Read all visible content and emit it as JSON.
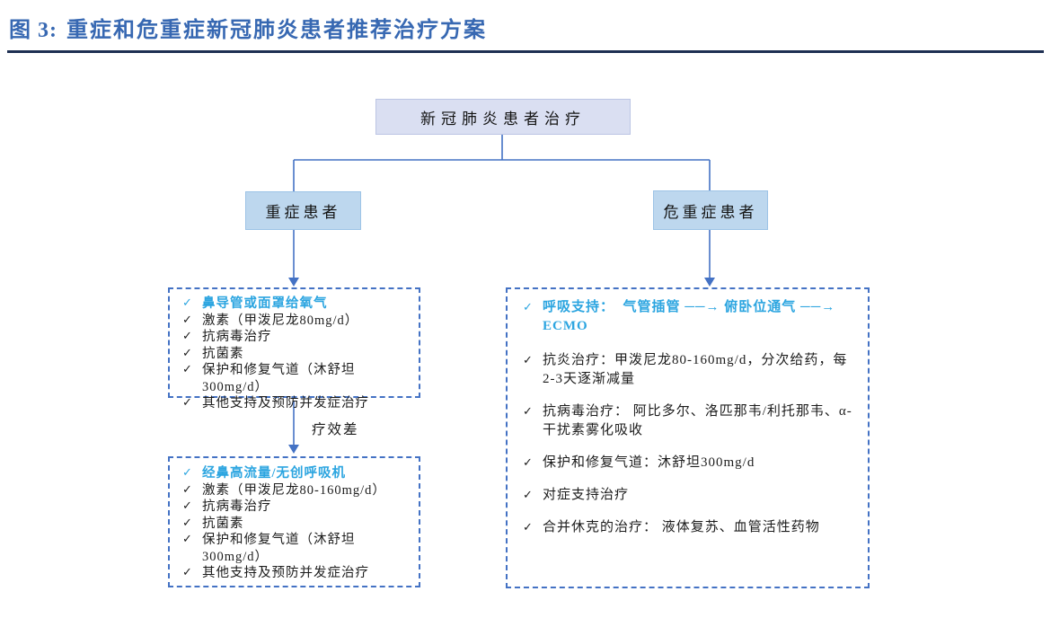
{
  "title": {
    "figure_label": "图 3:",
    "title_text": "重症和危重症新冠肺炎患者推荐治疗方案"
  },
  "flowchart": {
    "root_label": "新冠肺炎患者治疗",
    "left_branch_label": "重症患者",
    "right_branch_label": "危重症患者",
    "transition_label": "疗效差",
    "checkmark": "✓",
    "severe_stage1_items": [
      {
        "text": "鼻导管或面罩给氧气",
        "highlight": true
      },
      {
        "text": "激素（甲泼尼龙80mg/d）",
        "highlight": false
      },
      {
        "text": "抗病毒治疗",
        "highlight": false
      },
      {
        "text": "抗菌素",
        "highlight": false
      },
      {
        "text": "保护和修复气道（沐舒坦300mg/d）",
        "highlight": false
      },
      {
        "text": "其他支持及预防并发症治疗",
        "highlight": false
      }
    ],
    "severe_stage2_items": [
      {
        "text": "经鼻高流量/无创呼吸机",
        "highlight": true
      },
      {
        "text": "激素（甲泼尼龙80-160mg/d）",
        "highlight": false
      },
      {
        "text": "抗病毒治疗",
        "highlight": false
      },
      {
        "text": "抗菌素",
        "highlight": false
      },
      {
        "text": "保护和修复气道（沐舒坦300mg/d）",
        "highlight": false
      },
      {
        "text": "其他支持及预防并发症治疗",
        "highlight": false
      }
    ],
    "critical_items": [
      {
        "text": "呼吸支持：  气管插管 ──→ 俯卧位通气 ──→ ECMO",
        "highlight": true
      },
      {
        "text": "抗炎治疗：甲泼尼龙80-160mg/d，分次给药，每2-3天逐渐减量",
        "highlight": false
      },
      {
        "text": "抗病毒治疗： 阿比多尔、洛匹那韦/利托那韦、α-干扰素雾化吸收",
        "highlight": false
      },
      {
        "text": "保护和修复气道：沐舒坦300mg/d",
        "highlight": false
      },
      {
        "text": "对症支持治疗",
        "highlight": false
      },
      {
        "text": "合并休克的治疗： 液体复苏、血管活性药物",
        "highlight": false
      }
    ]
  },
  "colors": {
    "title_blue": "#3768B2",
    "rule_navy": "#1E2F52",
    "connector_blue": "#4472C4",
    "root_fill": "#DADFF2",
    "branch_fill": "#BDD7EE",
    "branch_border": "#9CC3E6",
    "highlight_blue": "#2CA5E0"
  }
}
